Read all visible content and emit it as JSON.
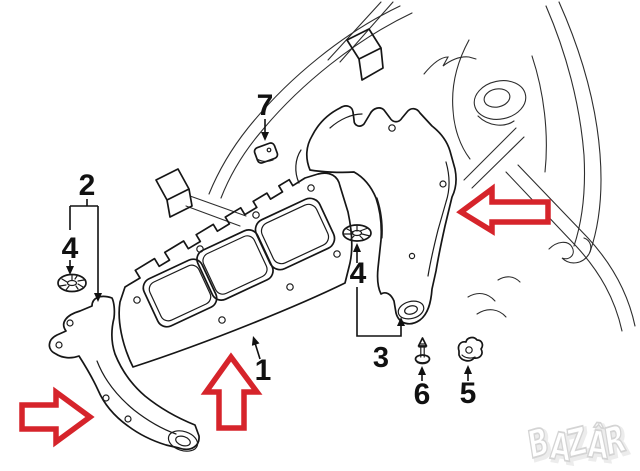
{
  "diagram": {
    "type": "exploded-parts-line-diagram",
    "callouts": [
      {
        "label": "1"
      },
      {
        "label": "2"
      },
      {
        "label": "3"
      },
      {
        "label": "4"
      },
      {
        "label": "4"
      },
      {
        "label": "5"
      },
      {
        "label": "6"
      },
      {
        "label": "7"
      }
    ],
    "watermark": {
      "text": "BAZÂR"
    },
    "colors": {
      "background": "#ffffff",
      "line": "#161616",
      "arrow": "#d6242b",
      "watermark_outline": "#d4d4d4"
    }
  }
}
